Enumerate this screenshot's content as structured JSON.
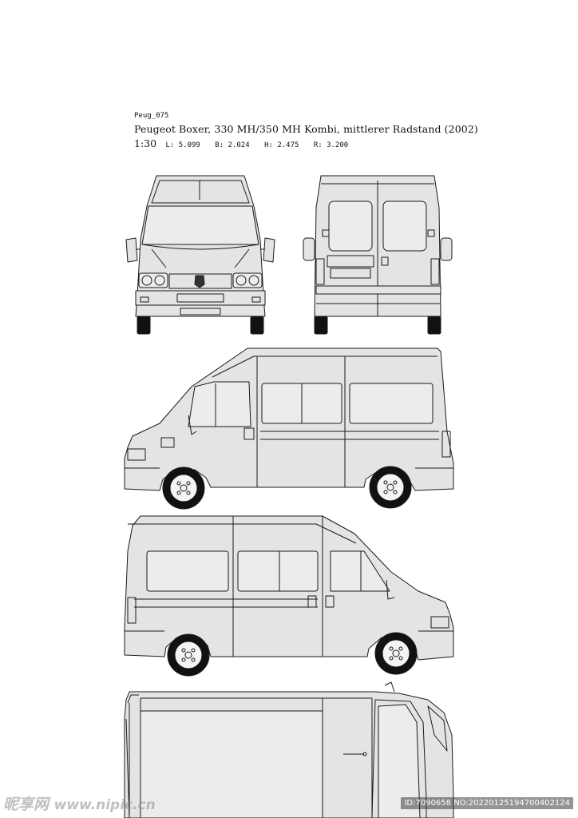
{
  "sheet": {
    "code": "Peug_075",
    "title": "Peugeot Boxer, 330 MH/350 MH Kombi, mittlerer Radstand (2002)",
    "scale": "1:30",
    "dimensions": [
      {
        "text": "L: 5.099"
      },
      {
        "text": "B: 2.024"
      },
      {
        "text": "H: 2.475"
      },
      {
        "text": "R: 3.200"
      }
    ]
  },
  "watermark": {
    "brand": "昵享网",
    "site": "www.nipic.cn",
    "image_id": "ID:7090658 NO:20220125194700402124"
  },
  "colors": {
    "body_fill": "#e4e4e4",
    "line": "#1a1a1a",
    "glass": "#ececec"
  }
}
